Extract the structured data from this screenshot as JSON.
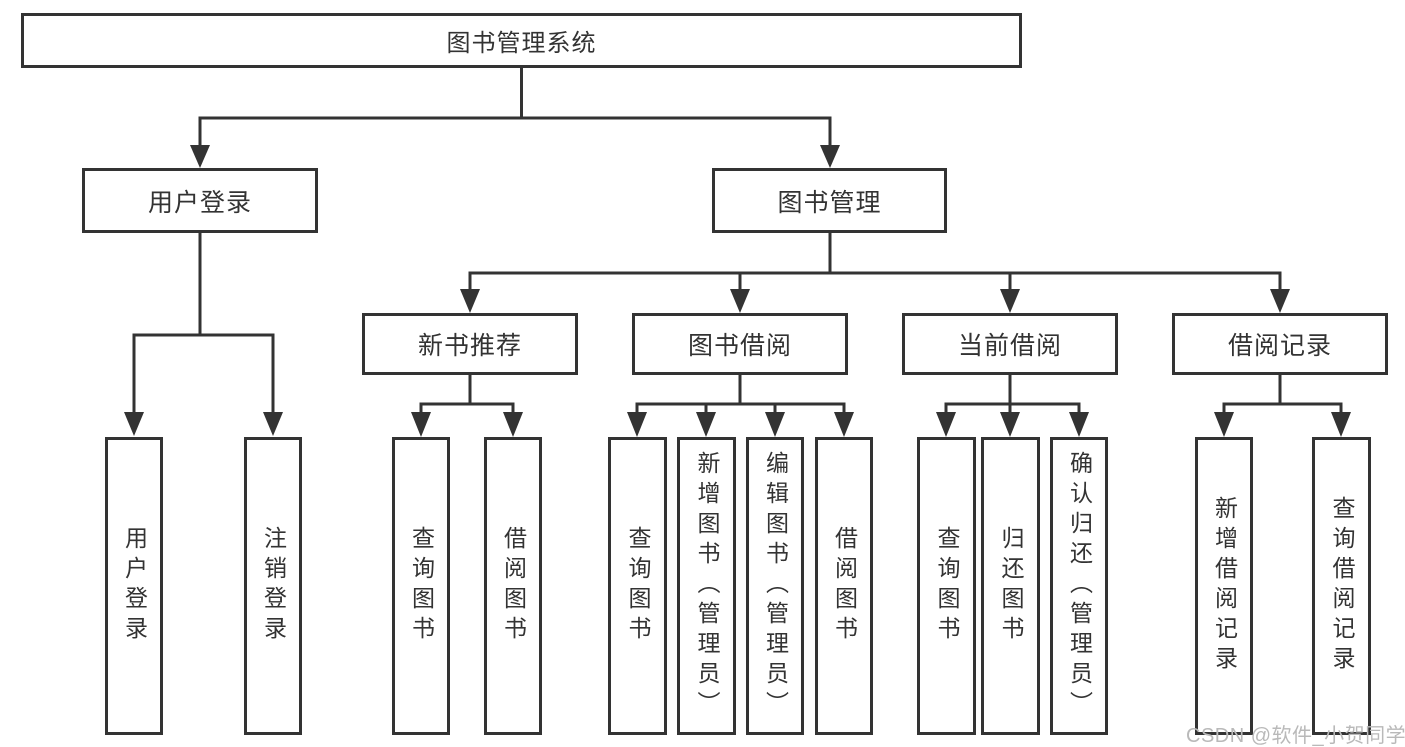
{
  "diagram": {
    "root": "图书管理系统",
    "level2": {
      "user_login": "用户登录",
      "book_management": "图书管理"
    },
    "level3": {
      "new_book_recommend": "新书推荐",
      "book_borrow": "图书借阅",
      "current_borrow": "当前借阅",
      "borrow_records": "借阅记录"
    },
    "leaves": {
      "user_login": [
        "用户登录",
        "注销登录"
      ],
      "new_book_recommend": [
        "查询图书",
        "借阅图书"
      ],
      "book_borrow": [
        "查询图书",
        "新增图书（管理员）",
        "编辑图书（管理员）",
        "借阅图书"
      ],
      "current_borrow": [
        "查询图书",
        "归还图书",
        "确认归还（管理员）"
      ],
      "borrow_records": [
        "新增借阅记录",
        "查询借阅记录"
      ]
    }
  },
  "watermark": "CSDN @软件_小贺同学",
  "colors": {
    "line": "#333333",
    "text": "#333333",
    "watermark": "#b9b9b9",
    "background": "#ffffff"
  }
}
